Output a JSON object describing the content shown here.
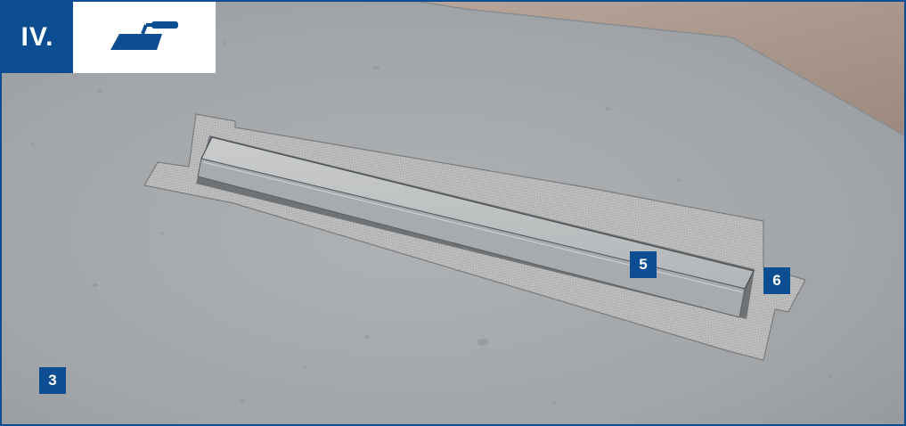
{
  "step": {
    "numeral": "IV."
  },
  "tool_icon": "trowel-icon",
  "callouts": {
    "drain_cover": "5",
    "sealing_collar": "6",
    "screed_floor": "3"
  },
  "colors": {
    "brand_blue": "#0d4d92",
    "concrete": "#a3a7aa",
    "wall": "#a8958a",
    "fleece": "#c9c9c9",
    "channel_cover": "#b9bcbd"
  }
}
